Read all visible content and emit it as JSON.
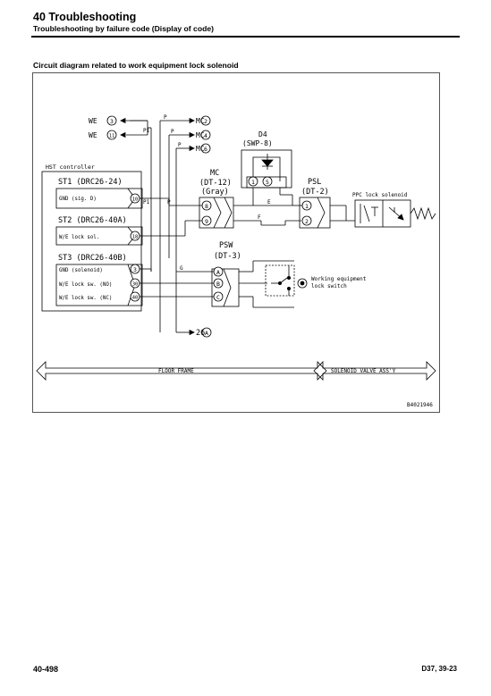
{
  "header": {
    "title": "40 Troubleshooting",
    "subtitle": "Troubleshooting by failure code (Display of code)"
  },
  "section_title": "Circuit diagram related to work equipment lock solenoid",
  "diagram": {
    "we_3": "WE",
    "we_3_pin": "3",
    "we_11": "WE",
    "we_11_pin": "11",
    "mc_2": "MC",
    "mc_2_pin": "2",
    "mc_4": "MC",
    "mc_4_pin": "4",
    "mc_6": "MC",
    "mc_6_pin": "6",
    "wire_p1_top": "P1",
    "wire_p_top1": "P",
    "wire_p_top2": "P",
    "wire_p_top3": "P",
    "wire_p1_mid": "P1",
    "wire_p_mid": "P",
    "wire_e": "E",
    "wire_f": "F",
    "wire_g": "G",
    "d4_name": "D4",
    "d4_conn": "(SWP-8)",
    "d4_pin1": "1",
    "d4_pin5": "5",
    "hst_controller": "HST controller",
    "st1": "ST1 (DRC26-24)",
    "st1_gnd": "GND (sig. D)",
    "st1_pin": "10",
    "st2": "ST2 (DRC26-40A)",
    "st2_we_sol": "W/E lock sol.",
    "st2_pin": "18",
    "st3": "ST3 (DRC26-40B)",
    "st3_gnd": "GND (solenoid)",
    "st3_no": "W/E lock sw. (NO)",
    "st3_nc": "W/E lock sw. (NC)",
    "st3_pin_a": "3",
    "st3_pin_b": "30",
    "st3_pin_c": "40",
    "mc_name": "MC",
    "mc_conn": "(DT-12)",
    "mc_color": "(Gray)",
    "mc_pin8": "8",
    "mc_pin9": "9",
    "psl_name": "PSL",
    "psl_conn": "(DT-2)",
    "psl_pin1": "1",
    "psl_pin2": "2",
    "ppc_label": "PPC lock solenoid",
    "psw_name": "PSW",
    "psw_conn": "(DT-3)",
    "psw_pin_a": "A",
    "psw_pin_b": "B",
    "psw_pin_c": "C",
    "switch_label_1": "Working equipment",
    "switch_label_2": "lock switch",
    "out_26": "26",
    "out_26_pin": "A",
    "floor_frame": "FLOOR FRAME",
    "solenoid_assy": "SOLENOID VALVE ASS'Y",
    "drawing_no": "B4021946"
  },
  "footer": {
    "page": "40-498",
    "model": "D37, 39-23"
  }
}
